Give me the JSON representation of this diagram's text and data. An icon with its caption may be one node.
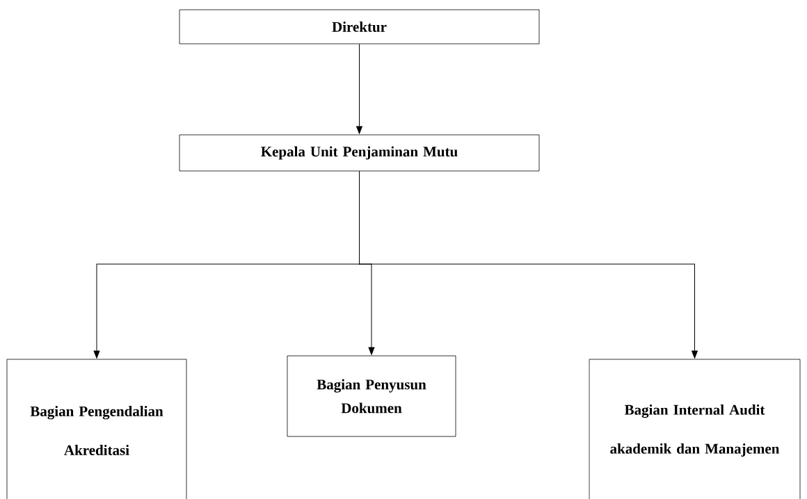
{
  "diagram": {
    "nodes": [
      {
        "text": [
          "Direktur"
        ]
      },
      {
        "text": [
          "Kepala Unit Penjaminan Mutu"
        ]
      },
      {
        "text": [
          "Bagian Pengendalian Akreditasi"
        ]
      },
      {
        "text": [
          "Bagian Penyusun Dokumen"
        ]
      },
      {
        "text": [
          "Bagian Internal Audit akademik dan Manajemen"
        ]
      }
    ],
    "edges": [
      {
        "from": 0,
        "to": 1,
        "arrow": "to"
      },
      {
        "from": 1,
        "to": 2,
        "arrow": "to"
      },
      {
        "from": 1,
        "to": 3,
        "arrow": "to"
      },
      {
        "from": 1,
        "to": 4,
        "arrow": "to"
      }
    ]
  }
}
